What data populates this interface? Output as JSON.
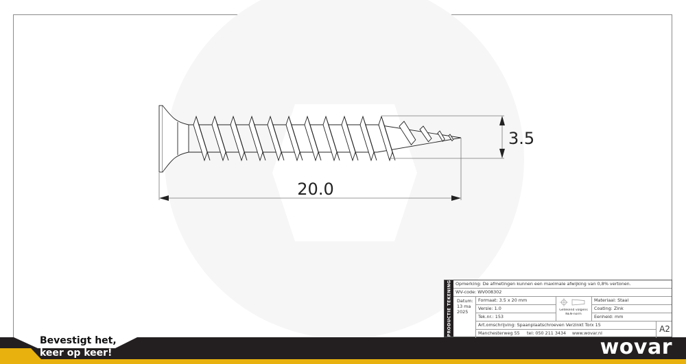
{
  "drawing": {
    "dimension_length": "20.0",
    "dimension_diameter": "3.5",
    "object": "countersunk chipboard screw (side view)"
  },
  "title_block": {
    "vertical_label": "PRODUCTIE TEKENING",
    "remark": "Opmerking: De afmetingen kunnen een maximale afwijking van 0,8% vertonen.",
    "wv_code": "WV-code: WV008302",
    "datum_label": "Datum:",
    "datum_value_line1": "13 ma",
    "datum_value_line2": "2025",
    "formaat": "Formaat: 3.5 x 20 mm",
    "versie": "Versie: 1.0",
    "tek_nr": "Tek.nr.: 153",
    "nen_line1": "Getekend volgens",
    "nen_line2": "NEN-norm",
    "materiaal": "Materiaal: Staal",
    "coating": "Coating: Zink",
    "eenheid": "Eenheid: mm",
    "art_omschrijving": "Art.omschrijving:  Spaanplaatschroeven Verzinkt Torx 15",
    "address": "Manchesterweg 55",
    "phone": "tel: 050 211 3434",
    "website": "www.wovar.nl",
    "sheet_size": "A2"
  },
  "footer": {
    "slogan_line1": "Bevestigt het,",
    "slogan_line2": "keer op keer!",
    "logo": "wovar",
    "colors": {
      "dark": "#231f20",
      "yellow": "#e8b10e",
      "white": "#ffffff"
    }
  }
}
